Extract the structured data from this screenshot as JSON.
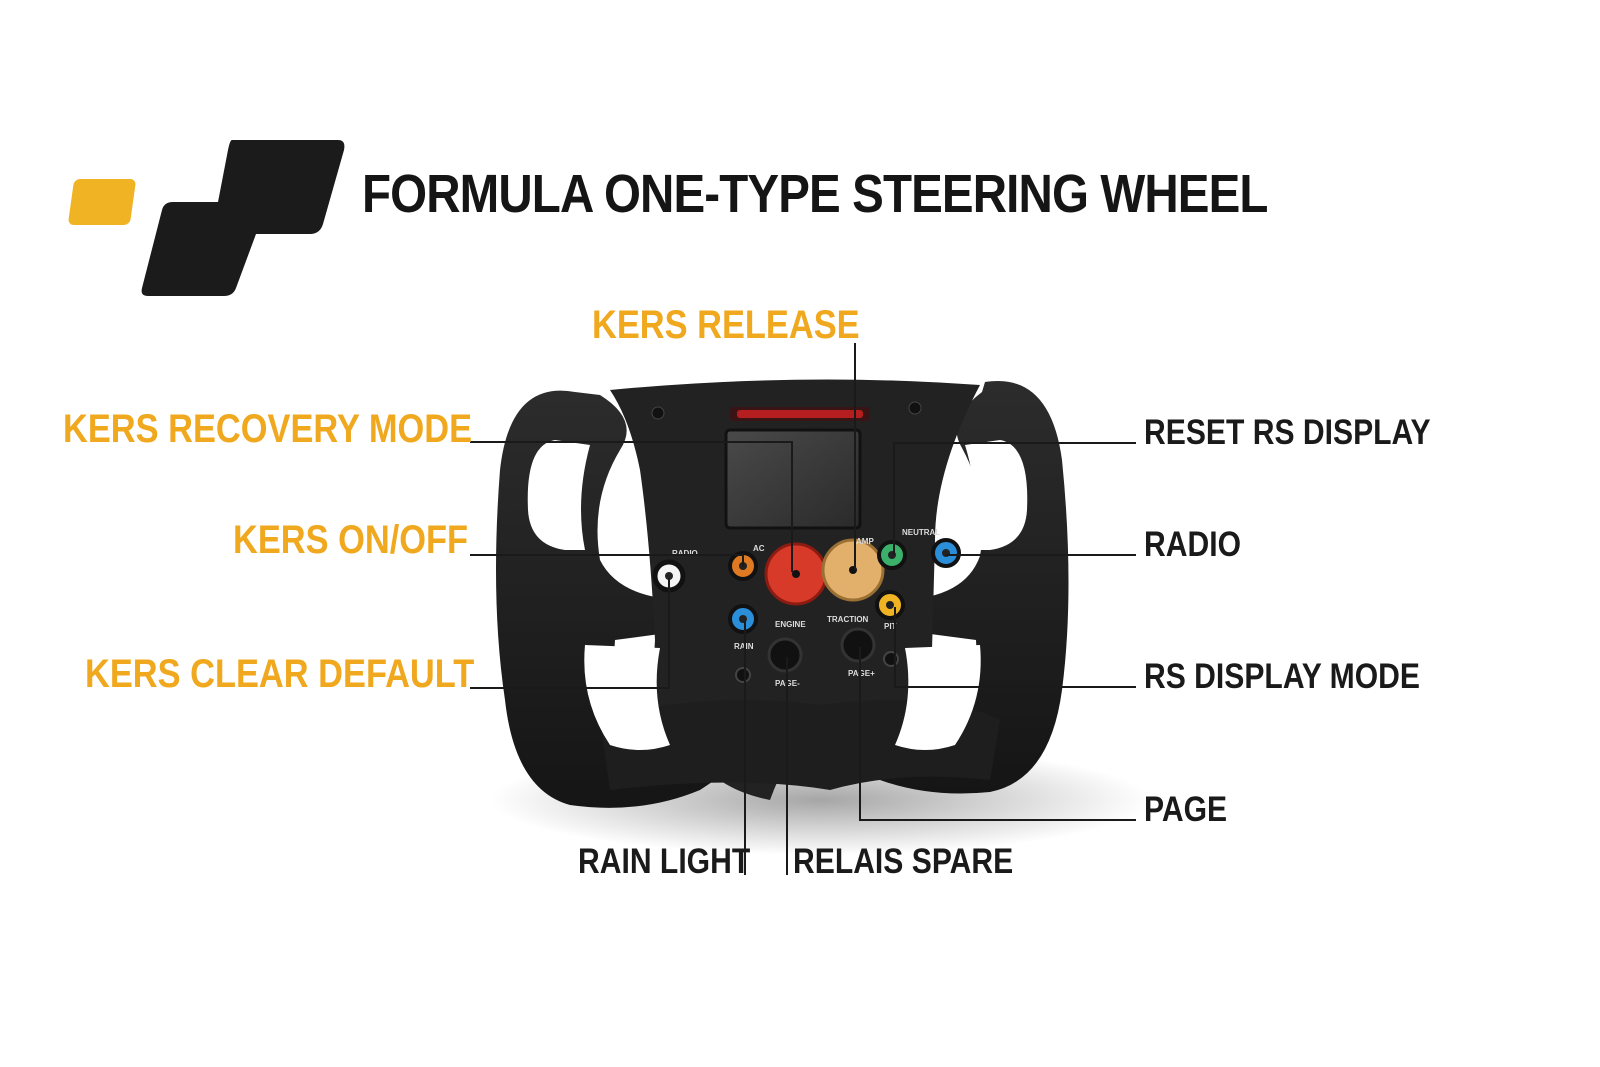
{
  "title": "FORMULA ONE-TYPE STEERING WHEEL",
  "colors": {
    "accent": "#f0a81e",
    "logo_yellow": "#f0b323",
    "text_dark": "#151515"
  },
  "labels": {
    "kers_release": "KERS RELEASE",
    "kers_recovery_mode": "KERS RECOVERY MODE",
    "kers_on_off": "KERS ON/OFF",
    "kers_clear_default": "KERS CLEAR DEFAULT",
    "reset_rs_display": "RESET RS DISPLAY",
    "radio": "RADIO",
    "rs_display_mode": "RS DISPLAY MODE",
    "page": "PAGE",
    "rain_light": "RAIN LIGHT",
    "relais_spare": "RELAIS SPARE"
  },
  "wheel_text": {
    "radio": "RADIO",
    "ac": "AC",
    "amp": "AMP",
    "neutral": "NEUTRAL",
    "engine": "ENGINE",
    "traction": "TRACTION",
    "pit": "PIT",
    "rain": "RAIN",
    "page_minus": "PAGE-",
    "page_plus": "PAGE+"
  }
}
